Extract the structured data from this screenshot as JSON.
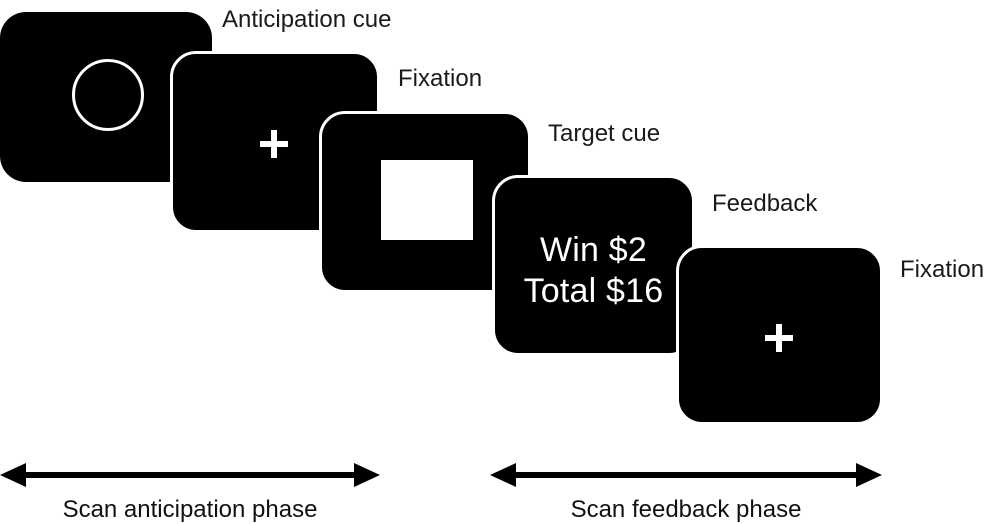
{
  "figure": {
    "background_color": "#ffffff",
    "panel_color": "#000000",
    "stimulus_color": "#ffffff",
    "text_color": "#1a1a1a"
  },
  "panels": [
    {
      "id": "anticipation-cue",
      "label": "Anticipation cue",
      "stimulus": "circle-outline",
      "text": ""
    },
    {
      "id": "fixation-1",
      "label": "Fixation",
      "stimulus": "fixation-cross",
      "text": ""
    },
    {
      "id": "target-cue",
      "label": "Target cue",
      "stimulus": "white-square",
      "text": ""
    },
    {
      "id": "feedback",
      "label": "Feedback",
      "stimulus": "text",
      "text_line_1": "Win $2",
      "text_line_2": "Total $16"
    },
    {
      "id": "fixation-2",
      "label": "Fixation",
      "stimulus": "fixation-cross",
      "text": ""
    }
  ],
  "phases": [
    {
      "id": "scan-anticipation-phase",
      "caption": "Scan anticipation phase"
    },
    {
      "id": "scan-feedback-phase",
      "caption": "Scan feedback phase"
    }
  ]
}
